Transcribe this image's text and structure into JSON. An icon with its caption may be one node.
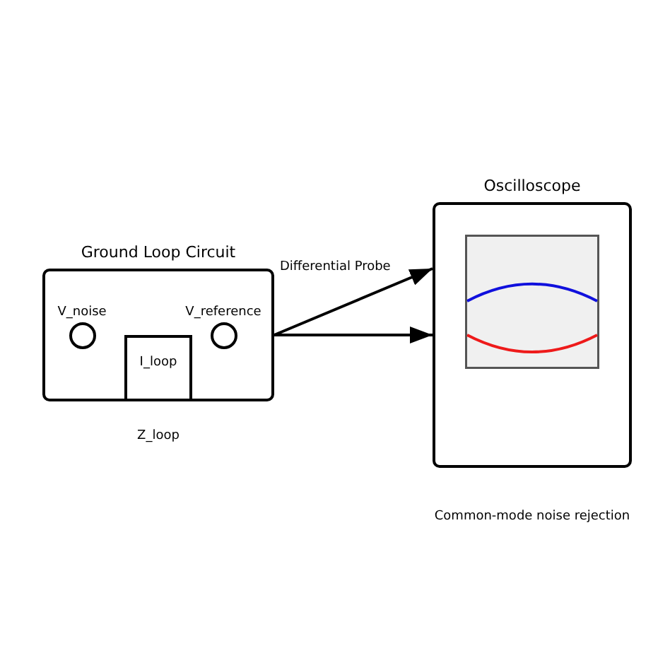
{
  "diagram": {
    "nodes": [
      {
        "text": [
          "Ground Loop Circuit"
        ]
      },
      {
        "text": [
          "V_noise"
        ],
        "in": 0
      },
      {
        "text": [
          "V_reference"
        ],
        "in": 0
      },
      {
        "text": [
          "I_loop"
        ],
        "in": 0
      },
      {
        "text": [
          "Oscilloscope"
        ]
      }
    ],
    "edges": [
      {
        "from": 0,
        "to": 4,
        "arrow": "to",
        "label": "Differential Probe"
      },
      {
        "from": 0,
        "to": 4,
        "arrow": "to"
      }
    ],
    "labels": [
      "Z_loop",
      "Common-mode noise rejection"
    ]
  }
}
